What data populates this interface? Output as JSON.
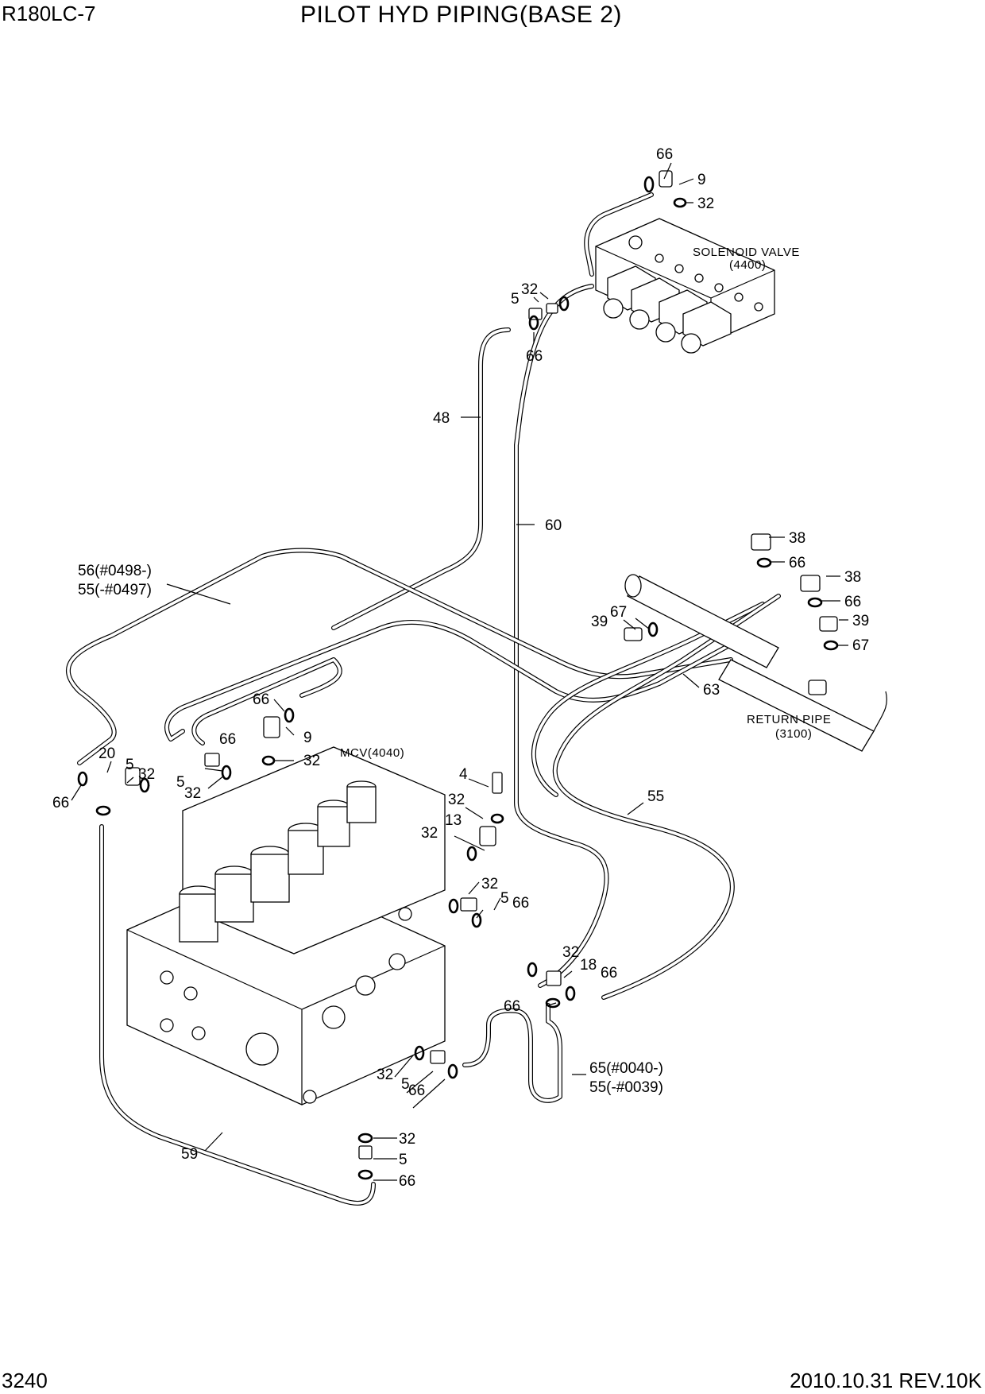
{
  "header": {
    "model": "R180LC-7",
    "title": "PILOT HYD PIPING(BASE 2)"
  },
  "footer": {
    "page_number": "3240",
    "revision": "2010.10.31  REV.10K"
  },
  "component_labels": {
    "solenoid_valve": "SOLENOID VALVE",
    "solenoid_valve_ref": "(4400)",
    "mcv": "MCV(4040)",
    "return_pipe": "RETURN PIPE",
    "return_pipe_ref": "(3100)"
  },
  "callouts": {
    "sv_66": "66",
    "sv_9": "9",
    "sv_32": "32",
    "p3_5": "5",
    "p3_32": "32",
    "p3_66": "66",
    "hose_48": "48",
    "hose_60": "60",
    "hose_56a": "56(#0498-)",
    "hose_56b": "55(-#0497)",
    "cap_38a": "38",
    "ring_66a": "66",
    "cap_38b": "38",
    "ring_66b": "66",
    "plug_39a": "39",
    "ring_67a": "67",
    "plug_39b": "39",
    "ring_67b": "67",
    "hose_63": "63",
    "mcv_66a": "66",
    "mcv_9": "9",
    "mcv_32a": "32",
    "left_66": "66",
    "left_5a": "5",
    "left_32a": "32",
    "elbow_20": "20",
    "elbow_5": "5",
    "elbow_32": "32",
    "elbow_66": "66",
    "sw_4": "4",
    "sw_32": "32",
    "sw_13": "13",
    "sw_32b": "32",
    "hose_55": "55",
    "pi_32": "32",
    "pi_5": "5",
    "pi_66": "66",
    "dr_32": "32",
    "dr_18": "18",
    "dr_66": "66",
    "dr_66b": "66",
    "dr2_32": "32",
    "dr2_5": "5",
    "dr2_66": "66",
    "hose_65a": "65(#0040-)",
    "hose_65b": "55(-#0039)",
    "hose_59": "59",
    "dr3_32": "32",
    "dr3_5": "5",
    "dr3_66": "66"
  }
}
